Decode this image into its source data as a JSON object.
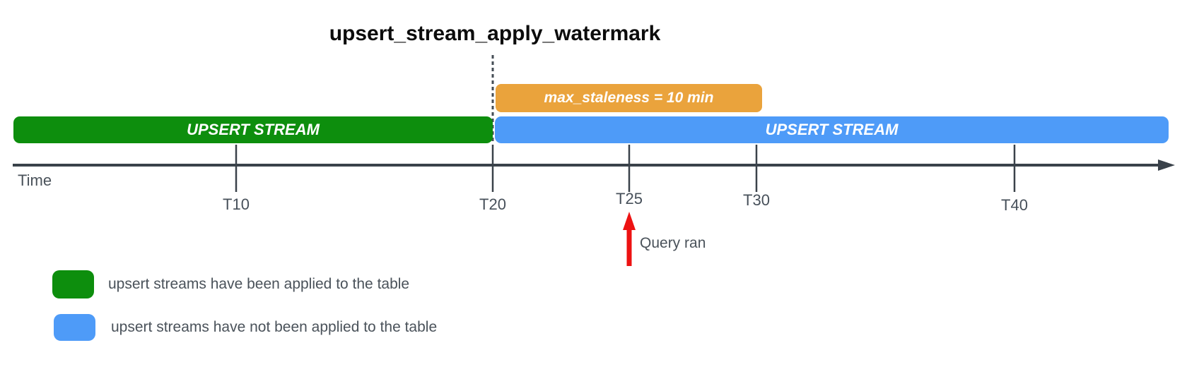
{
  "title": "upsert_stream_apply_watermark",
  "colors": {
    "applied_green": "#0D8E0D",
    "not_applied_blue": "#4E9BF8",
    "staleness_orange": "#EAA33C",
    "query_red": "#ED1212",
    "axis": "#3A424A",
    "dashed_line": "#454D55",
    "text_gray": "#4A525A"
  },
  "bars": {
    "applied_label": "UPSERT STREAM",
    "not_applied_label": "UPSERT STREAM",
    "staleness_label": "max_staleness = 10 min"
  },
  "axis": {
    "label": "Time",
    "ticks": [
      "T10",
      "T20",
      "T25",
      "T30",
      "T40"
    ]
  },
  "annotation": {
    "query_label": "Query ran"
  },
  "legend": [
    {
      "color": "#0D8E0D",
      "label": "upsert streams have been applied to the table"
    },
    {
      "color": "#4E9BF8",
      "label": "upsert streams have not been applied to the table"
    }
  ]
}
